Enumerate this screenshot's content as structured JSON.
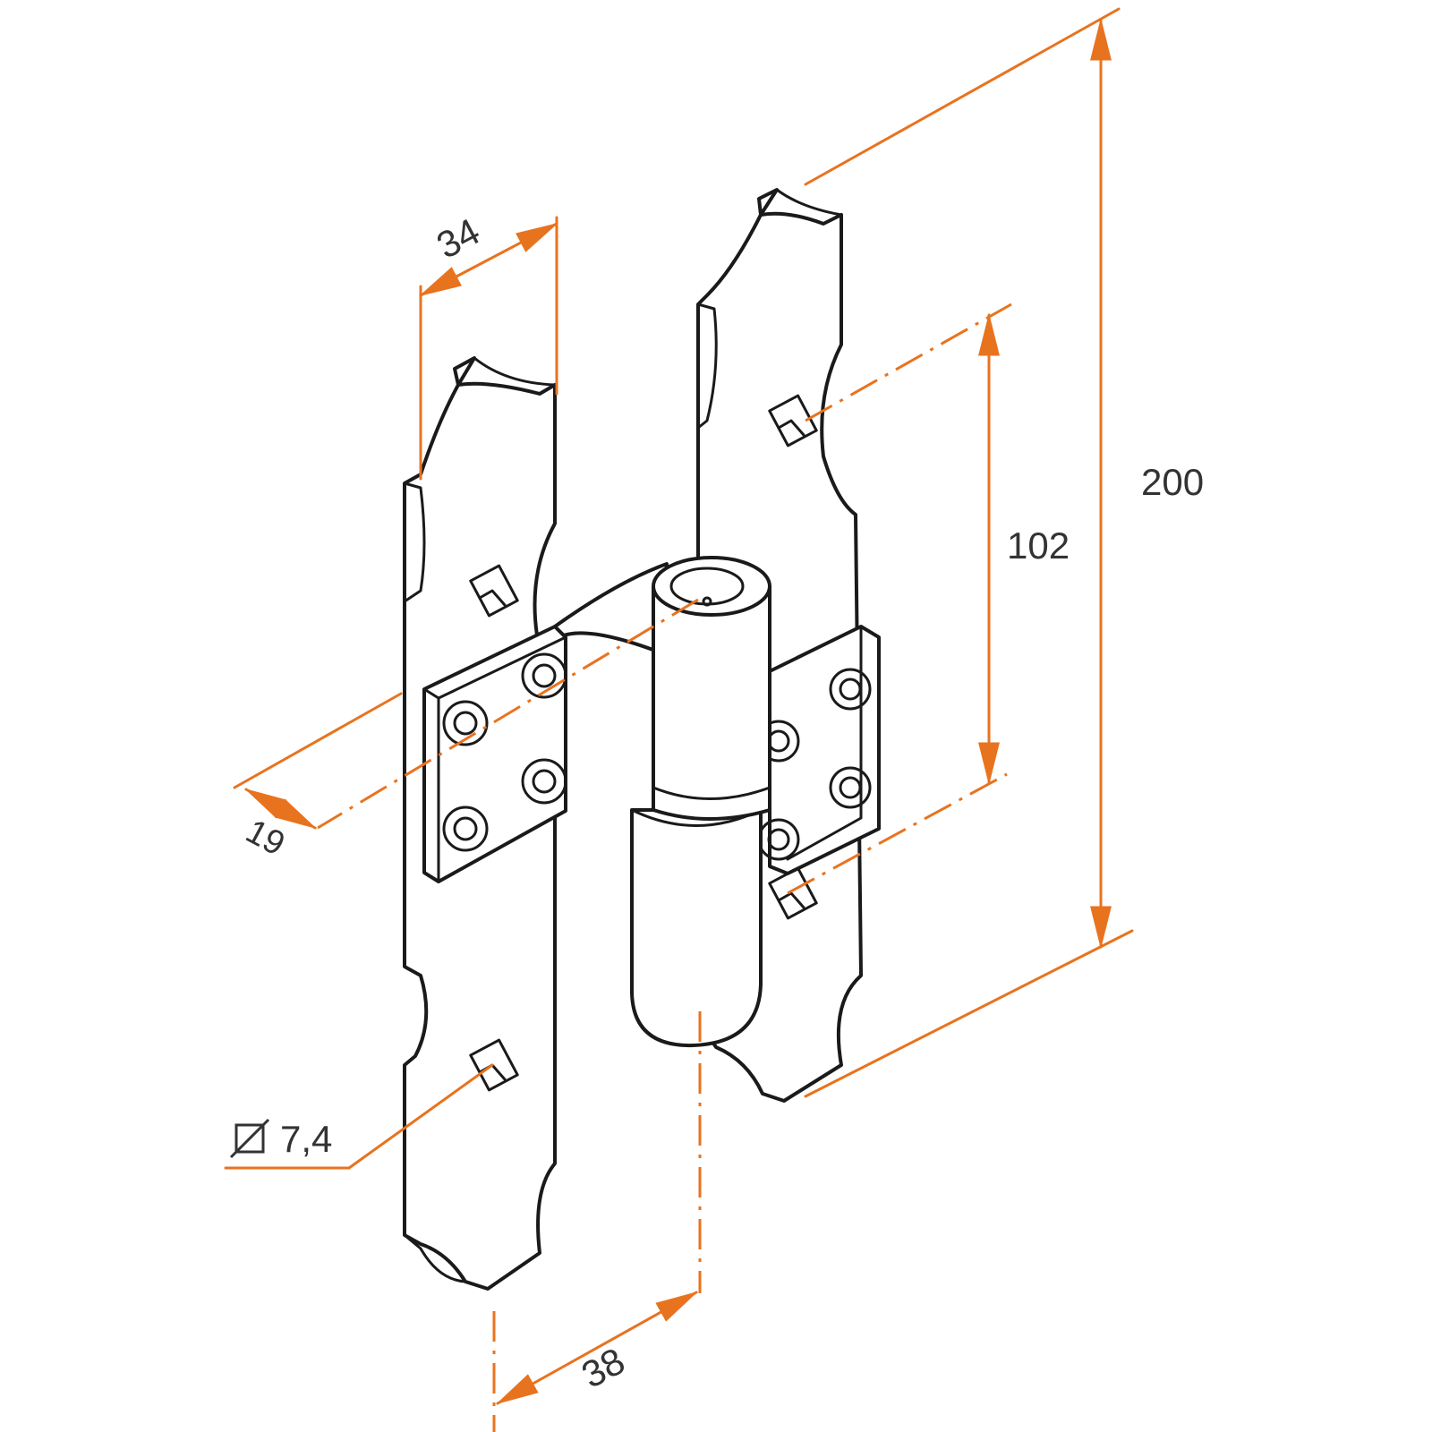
{
  "colors": {
    "dimension": "#e8731f",
    "outline": "#1a1a1a",
    "background": "#ffffff"
  },
  "dimensions": {
    "width_plate": "34",
    "total_height": "200",
    "hole_spacing": "102",
    "edge_offset": "19",
    "hole_diameter": "7,4",
    "axis_offset": "38"
  },
  "icons": {
    "diameter": "square-diameter-icon"
  }
}
